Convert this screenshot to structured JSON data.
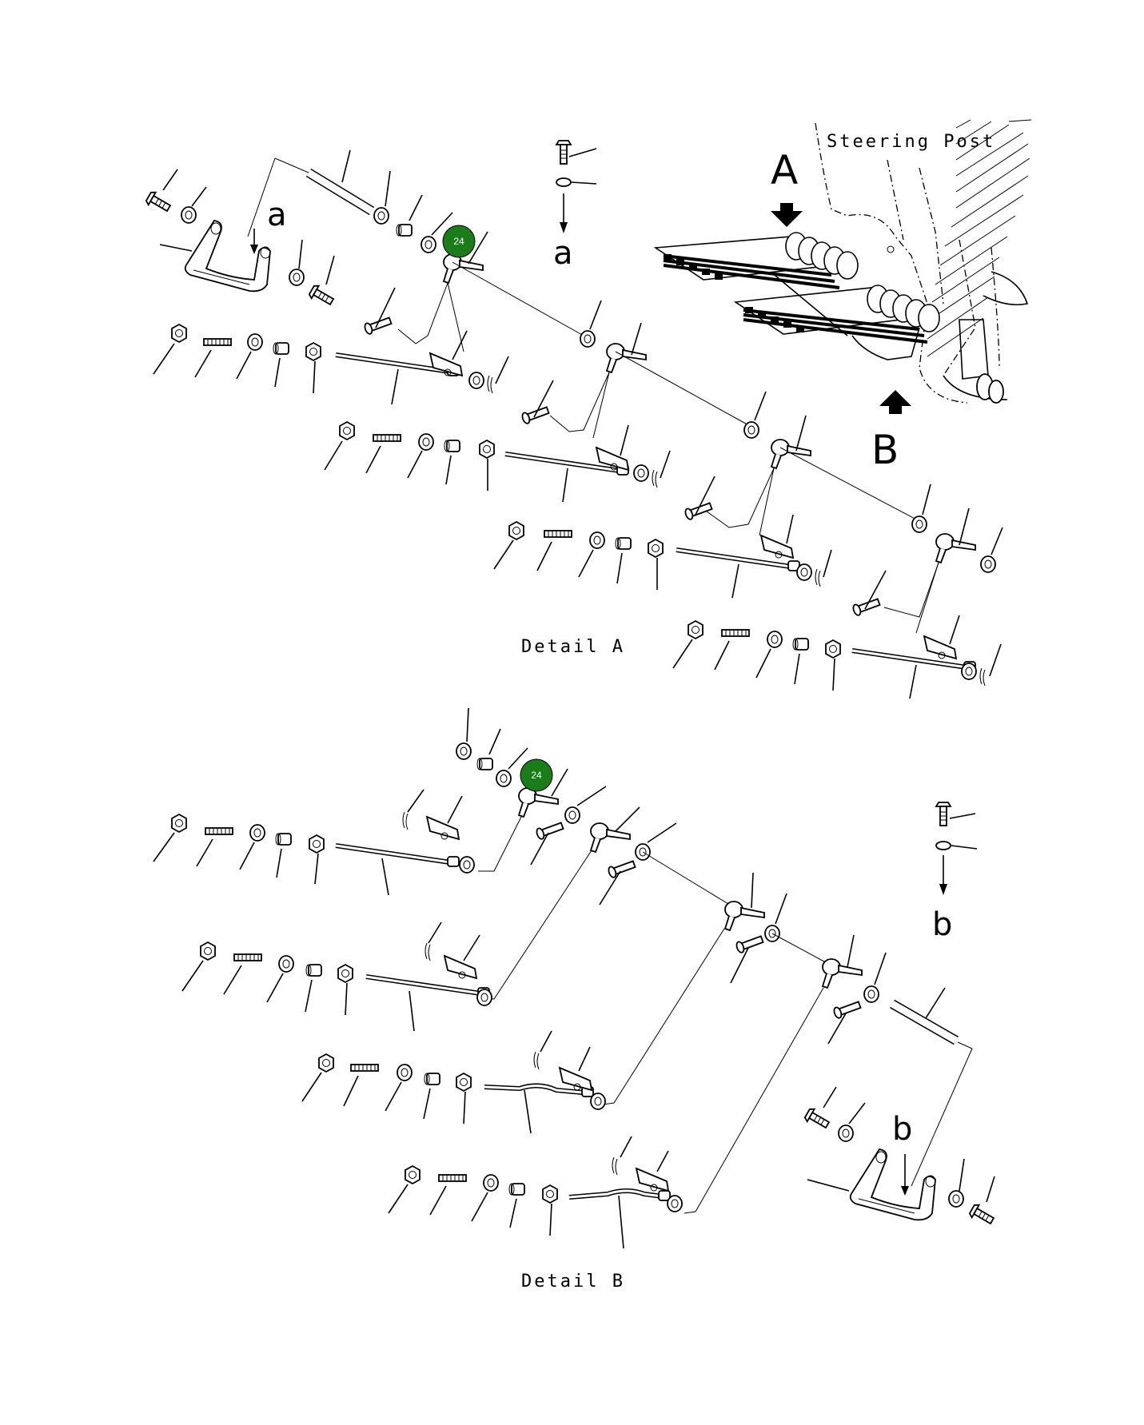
{
  "labels": {
    "steering_post": "Steering Post",
    "view_a": "A",
    "view_b": "B",
    "detail_a": "Detail A",
    "detail_b": "Detail B",
    "ref_a1": "a",
    "ref_a2": "a",
    "ref_b1": "b",
    "ref_b2": "b"
  },
  "callouts": [
    {
      "number": "24",
      "color": "#1a7d1a"
    },
    {
      "number": "24",
      "color": "#1a7d1a"
    }
  ]
}
